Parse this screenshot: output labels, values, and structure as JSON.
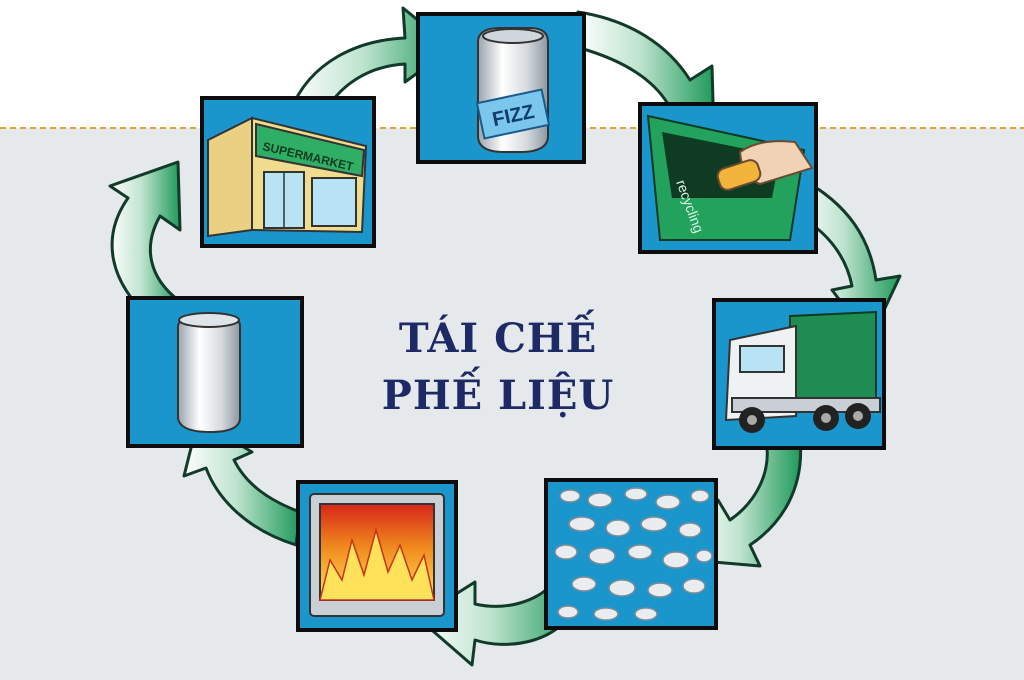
{
  "title": {
    "line1": "TÁI CHẾ",
    "line2": "PHẾ LIỆU"
  },
  "labels": {
    "supermarket_sign": "SUPERMARKET",
    "can_brand": "FIZZ",
    "bin_label": "recycling"
  },
  "steps": [
    {
      "icon": "soda-can-icon"
    },
    {
      "icon": "recycling-bin-icon"
    },
    {
      "icon": "garbage-truck-icon"
    },
    {
      "icon": "crushed-scrap-icon"
    },
    {
      "icon": "furnace-icon"
    },
    {
      "icon": "new-can-icon"
    },
    {
      "icon": "supermarket-icon"
    }
  ],
  "colors": {
    "tile_blue": "#1a96cc",
    "arrow_green": "#2fa56a",
    "title_navy": "#1e2a66",
    "background": "#e6e9ec"
  }
}
